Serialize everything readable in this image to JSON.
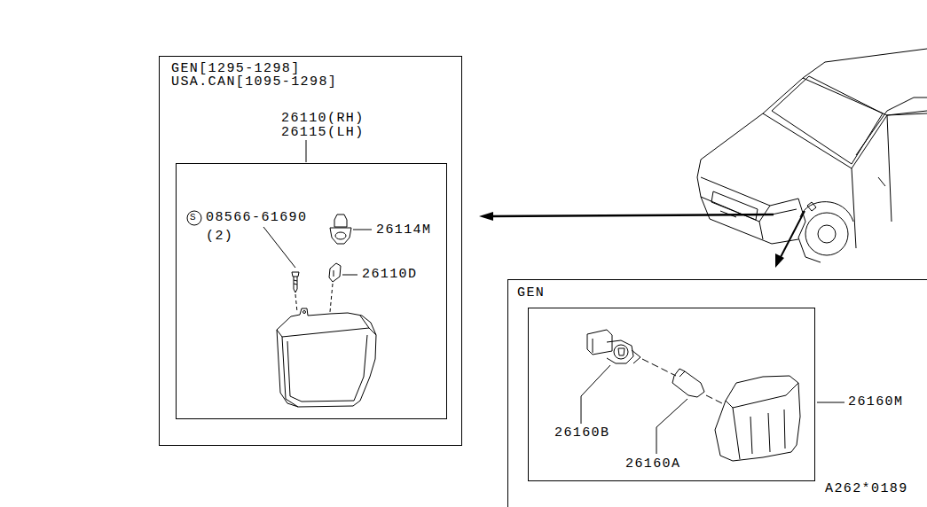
{
  "diagram": {
    "nodes": [
      {
        "text": [
          "GEN[1295-1298]",
          "USA.CAN[1095-1298]"
        ]
      },
      {
        "text": [
          "26110(RH)",
          "26115(LH)"
        ],
        "in": 0
      },
      {
        "text": [
          "GEN"
        ]
      }
    ],
    "labels": [
      "S",
      "08566-61690",
      "(2)",
      "26114M",
      "26110D",
      "26160M",
      "26160B",
      "26160A",
      "A262*0189"
    ]
  }
}
